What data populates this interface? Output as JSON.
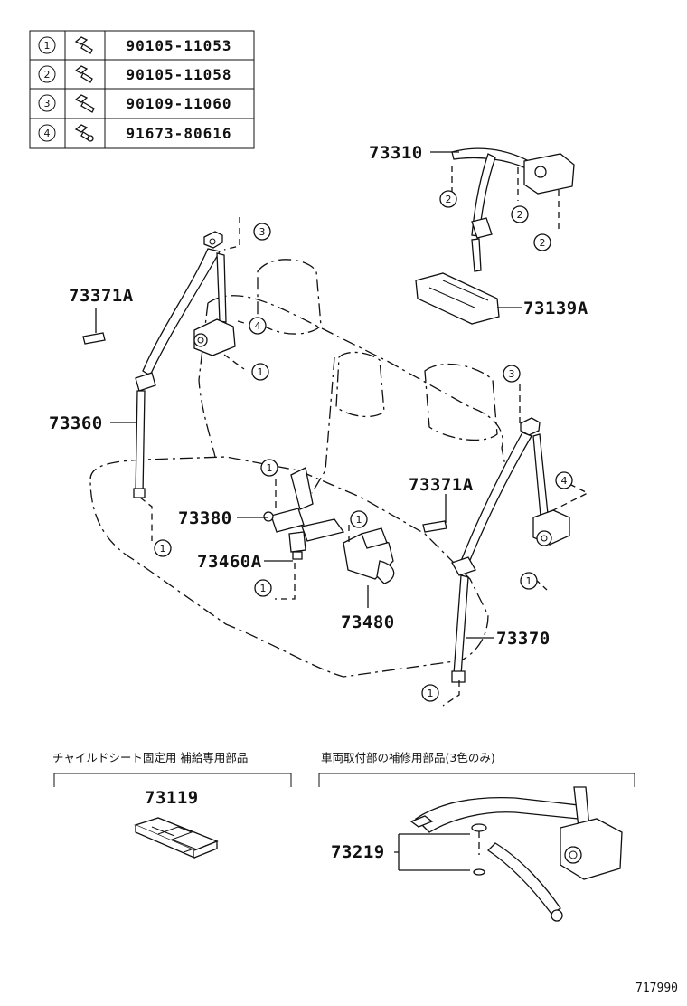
{
  "fastener_table": {
    "rows": [
      {
        "index": "1",
        "part_number": "90105-11053"
      },
      {
        "index": "2",
        "part_number": "90105-11058"
      },
      {
        "index": "3",
        "part_number": "90109-11060"
      },
      {
        "index": "4",
        "part_number": "91673-80616"
      }
    ]
  },
  "callouts": {
    "c73310": "73310",
    "c73139A": "73139A",
    "c73371A_left": "73371A",
    "c73360": "73360",
    "c73380": "73380",
    "c73460A": "73460A",
    "c73371A_right": "73371A",
    "c73480": "73480",
    "c73370": "73370",
    "c73119": "73119",
    "c73219": "73219"
  },
  "markers": {
    "m1": "1",
    "m2": "2",
    "m3": "3",
    "m4": "4"
  },
  "sections": {
    "child_seat_caption": "チャイルドシート固定用  補給専用部品",
    "repair_caption": "車両取付部の補修用部品(3色のみ)"
  },
  "footer": {
    "diagram_ref": "717990"
  }
}
